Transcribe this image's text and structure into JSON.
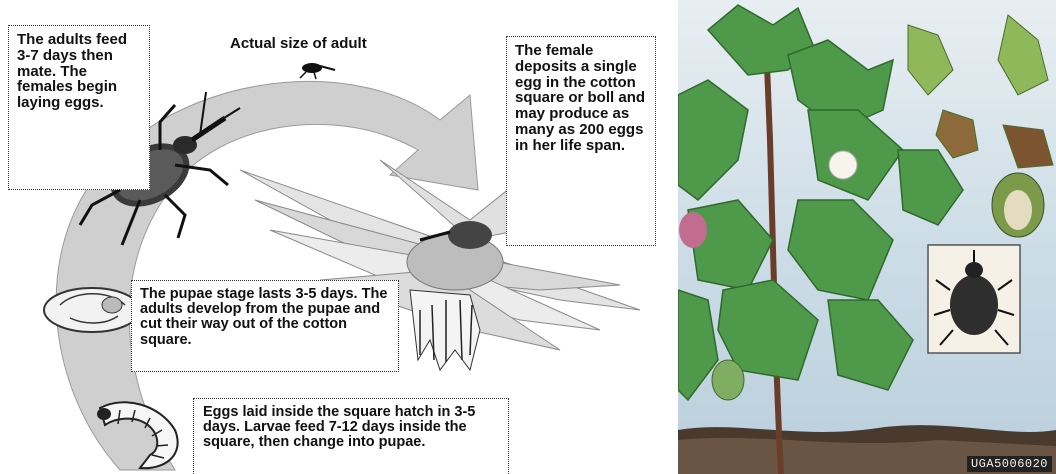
{
  "cycle": {
    "adults_note": "The adults feed 3-7 days then mate. The females begin laying eggs.",
    "actual_size_label": "Actual size of adult",
    "female_note": "The female deposits a single egg in the cotton square or boll and may produce as many as 200 eggs in her life span.",
    "pupae_note": "The pupae stage lasts 3-5 days. The adults develop from the pupae and cut their way out of the cotton square.",
    "eggs_note": "Eggs laid inside the square hatch in 3-5 days. Larvae feed 7-12 days inside the square, then change into pupae."
  },
  "painting": {
    "watermark": "UGA5006020"
  },
  "colors": {
    "arrow_gray": "#c8c8c8",
    "weevil_dark": "#2e2e2e",
    "sky": "#cfdde6",
    "leaf": "#4f9a4a",
    "soil": "#4a3a2e"
  }
}
